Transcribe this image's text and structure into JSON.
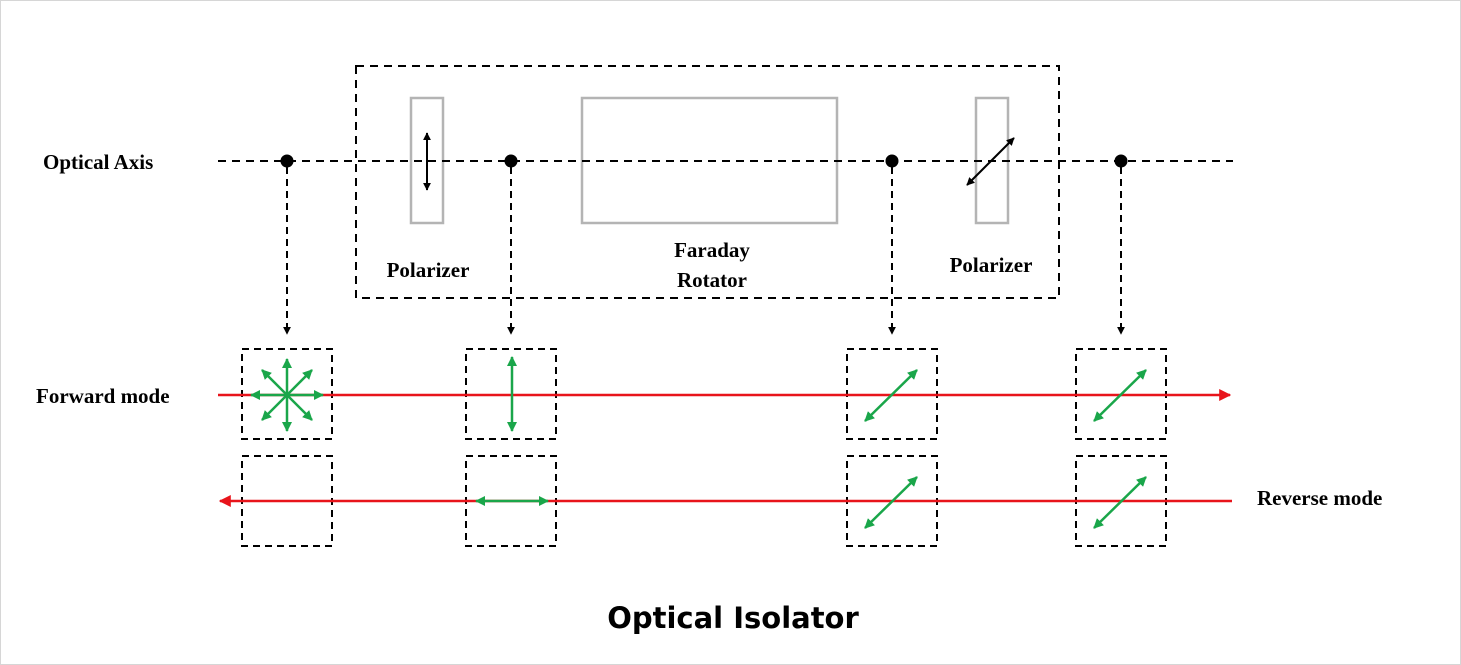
{
  "title": "Optical Isolator",
  "labels": {
    "optical_axis": "Optical Axis",
    "forward_mode": "Forward mode",
    "reverse_mode": "Reverse mode",
    "polarizer_left": "Polarizer",
    "faraday_line1": "Faraday",
    "faraday_line2": "Rotator",
    "polarizer_right": "Polarizer"
  },
  "colors": {
    "beam": "#e8141b",
    "polarization": "#1aa64a",
    "component_outline": "#b4b4b4",
    "line": "#000000"
  },
  "stages": [
    {
      "name": "input",
      "forward": "unpolarized",
      "reverse": "blocked"
    },
    {
      "name": "after-polarizer",
      "forward": "vertical",
      "reverse": "horizontal"
    },
    {
      "name": "after-faraday-rotator",
      "forward": "diagonal-45",
      "reverse": "diagonal-45"
    },
    {
      "name": "output",
      "forward": "diagonal-45",
      "reverse": "diagonal-45"
    }
  ]
}
